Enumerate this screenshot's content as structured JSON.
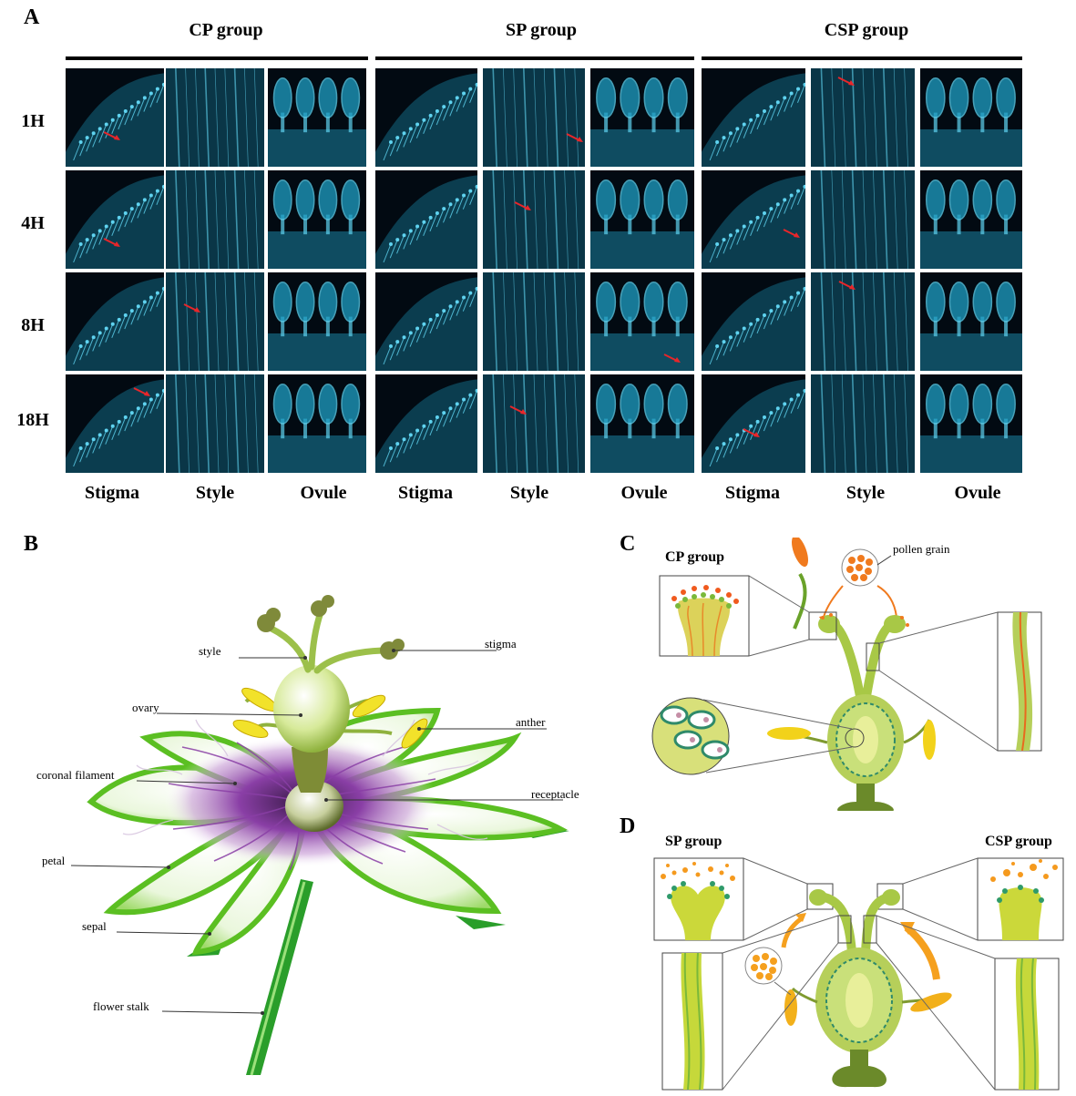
{
  "panels": {
    "a": "A",
    "b": "B",
    "c": "C",
    "d": "D"
  },
  "panel_a": {
    "groups": [
      "CP  group",
      "SP  group",
      "CSP  group"
    ],
    "times": [
      "1H",
      "4H",
      "8H",
      "18H"
    ],
    "columns": [
      "Stigma",
      "Style",
      "Ovule",
      "Stigma",
      "Style",
      "Ovule",
      "Stigma",
      "Style",
      "Ovule"
    ],
    "image_colors": {
      "background": "#020a12",
      "tissue": "#1e9ec4",
      "bright": "#5fd3f0",
      "arrow": "#e8262a"
    }
  },
  "panel_b": {
    "labels": {
      "style": "style",
      "stigma": "stigma",
      "ovary": "ovary",
      "anther": "anther",
      "coronal_filament": "coronal filament",
      "receptacle": "receptacle",
      "petal": "petal",
      "sepal": "sepal",
      "flower_stalk": "flower stalk"
    },
    "colors": {
      "petal": "#e9f6da",
      "petal_edge": "#5bbf22",
      "corona": "#8a3fa6",
      "ovary": "#c6df7e",
      "stalk": "#2a9e2a"
    }
  },
  "panel_c": {
    "group": "CP group",
    "pollen": "pollen grain",
    "colors": {
      "pollen": "#f07a1e",
      "tissue": "#a8c846",
      "core": "#e8c400"
    }
  },
  "panel_d": {
    "left_group": "SP group",
    "right_group": "CSP group"
  }
}
